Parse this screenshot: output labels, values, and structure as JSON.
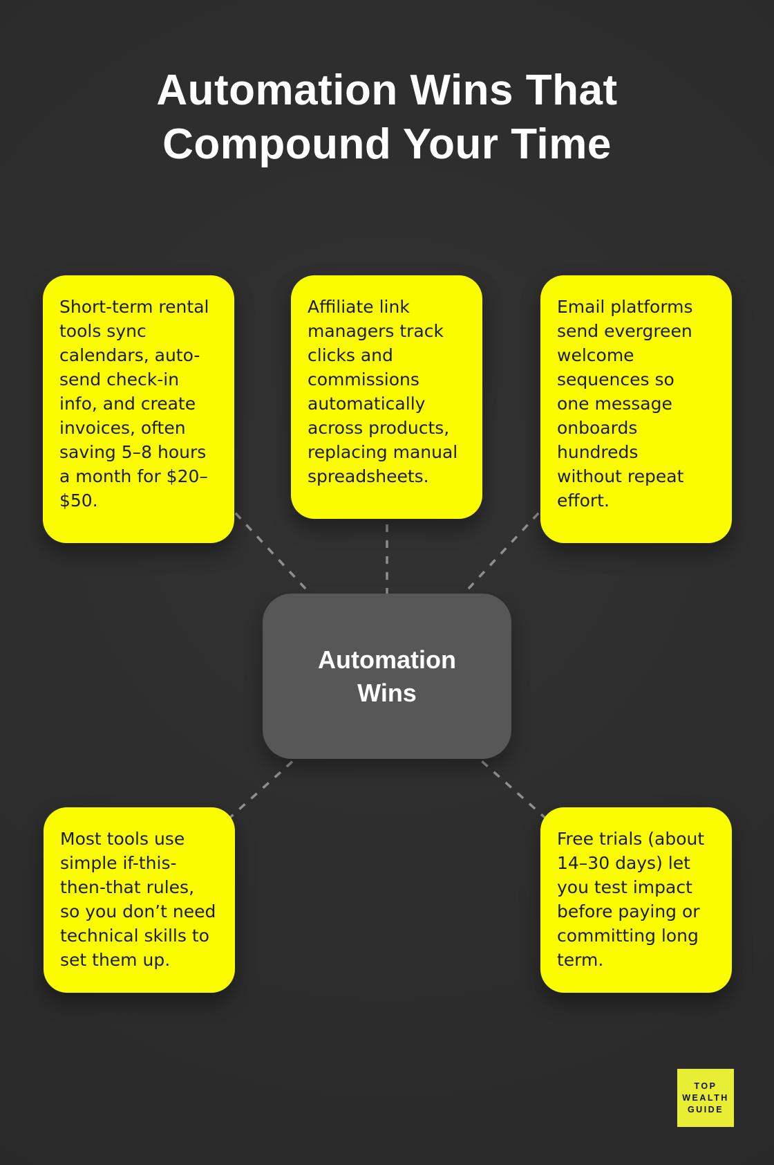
{
  "title": {
    "text": "Automation Wins That\nCompound Your Time"
  },
  "center_node": {
    "label": "Automation\nWins"
  },
  "boxes": [
    {
      "id": "short-term-rental-tools",
      "text": "Short-term rental\ntools sync\ncalendars, auto-\nsend check-in\ninfo, and create\ninvoices, often\nsaving 5–8 hours\na month for $20–\n$50."
    },
    {
      "id": "affiliate-link-managers",
      "text": "Affiliate link\nmanagers track\nclicks and\ncommissions\nautomatically\nacross products,\nreplacing manual\nspreadsheets."
    },
    {
      "id": "email-platforms",
      "text": "Email platforms\nsend evergreen\nwelcome\nsequences so\none message\nonboards\nhundreds\nwithout repeat\neffort."
    },
    {
      "id": "simple-rules",
      "text": "Most tools use\nsimple if-this-\nthen-that rules,\nso you don’t need\ntechnical skills to\nset them up."
    },
    {
      "id": "free-trials",
      "text": "Free trials (about\n14–30 days) let\nyou test impact\nbefore paying or\ncommitting long\nterm."
    }
  ],
  "logo": {
    "text": "TOP\nWEALTH\nGUIDE"
  },
  "colors": {
    "background": "#2d2d2d",
    "card_yellow": "#fcfc00",
    "node_gray": "#575757",
    "connector_gray": "#8f8f8f",
    "logo_yellow": "#e8ee33",
    "title_color": "#ffffff",
    "card_text": "#1c1c1c"
  }
}
